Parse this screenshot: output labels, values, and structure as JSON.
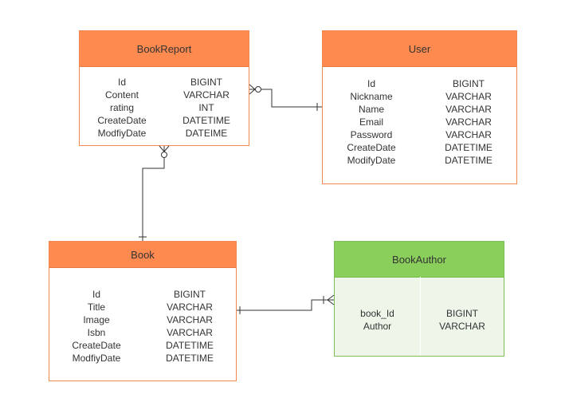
{
  "entities": {
    "bookreport": {
      "title": "BookReport",
      "fields": [
        {
          "name": "Id",
          "type": "BIGINT"
        },
        {
          "name": "Content",
          "type": "VARCHAR"
        },
        {
          "name": "rating",
          "type": "INT"
        },
        {
          "name": "CreateDate",
          "type": "DATETIME"
        },
        {
          "name": "ModfiyDate",
          "type": "DATEIME"
        }
      ]
    },
    "user": {
      "title": "User",
      "fields": [
        {
          "name": "Id",
          "type": "BIGINT"
        },
        {
          "name": "Nickname",
          "type": "VARCHAR"
        },
        {
          "name": "Name",
          "type": "VARCHAR"
        },
        {
          "name": "Email",
          "type": "VARCHAR"
        },
        {
          "name": "Password",
          "type": "VARCHAR"
        },
        {
          "name": "CreateDate",
          "type": "DATETIME"
        },
        {
          "name": "ModifyDate",
          "type": "DATETIME"
        }
      ]
    },
    "book": {
      "title": "Book",
      "fields": [
        {
          "name": "Id",
          "type": "BIGINT"
        },
        {
          "name": "Title",
          "type": "VARCHAR"
        },
        {
          "name": "Image",
          "type": "VARCHAR"
        },
        {
          "name": "Isbn",
          "type": "VARCHAR"
        },
        {
          "name": "CreateDate",
          "type": "DATETIME"
        },
        {
          "name": "ModfiyDate",
          "type": "DATETIME"
        }
      ]
    },
    "bookauthor": {
      "title": "BookAuthor",
      "fields": [
        {
          "name": "book_Id",
          "type": "BIGINT"
        },
        {
          "name": "Author",
          "type": "VARCHAR"
        }
      ]
    }
  },
  "colors": {
    "header_orange": "#ff8a50",
    "border_orange": "#f0884f",
    "header_green": "#8ace5c",
    "body_green": "#eef6ea",
    "line": "#333333"
  },
  "relationships": [
    {
      "from": "bookreport",
      "to": "user",
      "from_end": "zero-or-many",
      "to_end": "one"
    },
    {
      "from": "bookreport",
      "to": "book",
      "from_end": "zero-or-many",
      "to_end": "one"
    },
    {
      "from": "book",
      "to": "bookauthor",
      "from_end": "one",
      "to_end": "one-or-many"
    }
  ]
}
